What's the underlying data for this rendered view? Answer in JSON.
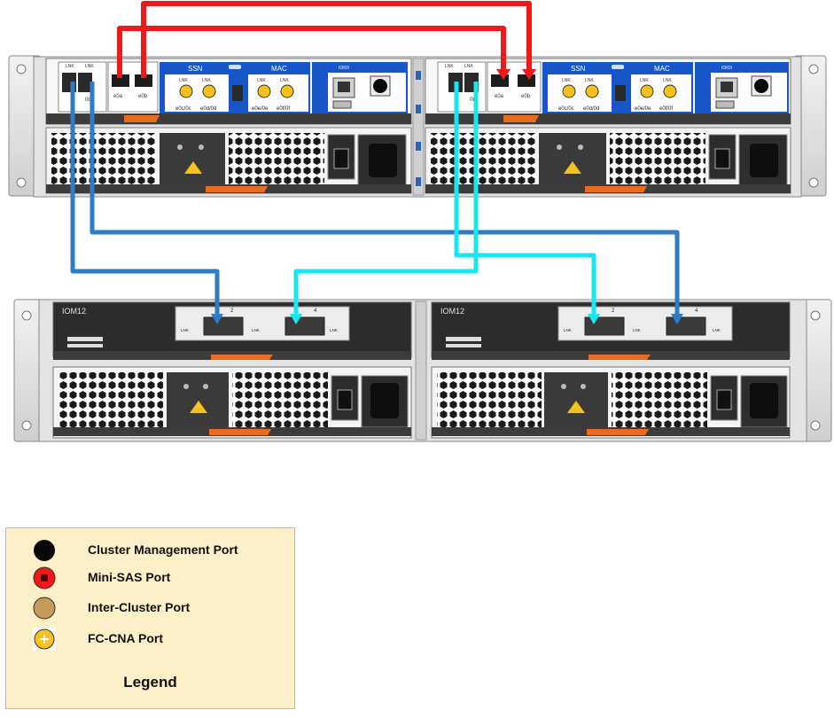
{
  "colors": {
    "mini_sas_cable": "#f01818",
    "ctrl0_cable": "#2e7cc4",
    "ctrl1_cable": "#19e6f2",
    "module_blue": "#1756c9",
    "legend_bg": "#fdf0c8",
    "handle_orange": "#e96b1f",
    "fc_port": "#f7c21b",
    "intercluster_port": "#c69a5c"
  },
  "controller_a": {
    "port_labels": [
      "e0a",
      "e0b"
    ],
    "link_labels": [
      "LNK",
      "LNK"
    ],
    "sas_port_label": "0b",
    "module_headers": [
      "SSN",
      "MAC"
    ],
    "fc_ports": [
      "e0c/0c",
      "e0d/0d",
      "e0e/0e",
      "e0f/0f"
    ],
    "fc_link_labels": [
      "LNK",
      "LNK",
      "LNK",
      "LNK"
    ],
    "mgmt_label": "IOIOI"
  },
  "controller_b": {
    "port_labels": [
      "e0a",
      "e0b"
    ],
    "link_labels": [
      "LNK",
      "LNK"
    ],
    "sas_port_label": "0b",
    "module_headers": [
      "SSN",
      "MAC"
    ],
    "fc_ports": [
      "e0c/0c",
      "e0d/0d",
      "e0e/0e",
      "e0f/0f"
    ],
    "fc_link_labels": [
      "LNK",
      "LNK",
      "LNK",
      "LNK"
    ],
    "mgmt_label": "IOIOI"
  },
  "shelf": {
    "iom_a": {
      "label": "IOM12",
      "port_numbers": [
        "2",
        "4"
      ],
      "link_labels": [
        "LNK",
        "LNK",
        "LNK"
      ]
    },
    "iom_b": {
      "label": "IOM12",
      "port_numbers": [
        "2",
        "4"
      ],
      "link_labels": [
        "LNK",
        "LNK",
        "LNK"
      ]
    }
  },
  "legend": {
    "title": "Legend",
    "items": [
      {
        "label": "Cluster Management Port",
        "icon": "cluster-management-port-icon"
      },
      {
        "label": "Mini-SAS Port",
        "icon": "mini-sas-port-icon"
      },
      {
        "label": "Inter-Cluster Port",
        "icon": "inter-cluster-port-icon"
      },
      {
        "label": "FC-CNA Port",
        "icon": "fc-cna-port-icon"
      }
    ]
  }
}
